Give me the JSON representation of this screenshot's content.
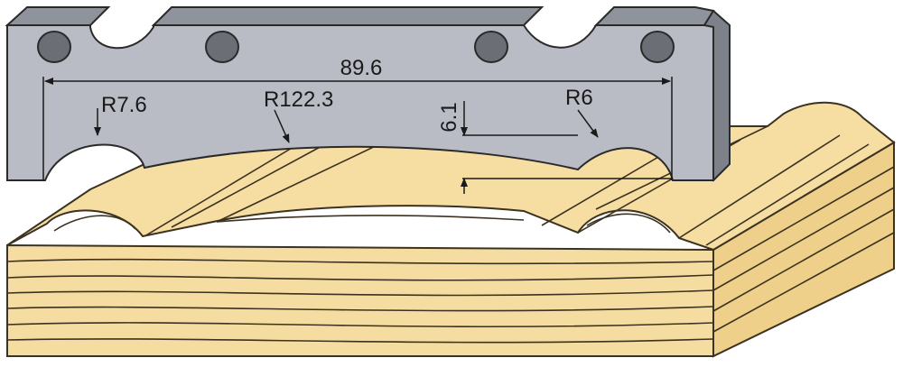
{
  "dimensions": {
    "width_label": "89.6",
    "left_radius_label": "R7.6",
    "arc_radius_label": "R122.3",
    "depth_label": "6.1",
    "right_radius_label": "R6"
  },
  "colors": {
    "blade_face": "#b9bcc4",
    "blade_top": "#8f939b",
    "blade_side": "#7d8189",
    "wood_top": "#f6dea3",
    "wood_front": "#f5dca0",
    "wood_side": "#eed08a",
    "grain_line": "#3b3220",
    "dimension_line": "#1a1a1a"
  }
}
